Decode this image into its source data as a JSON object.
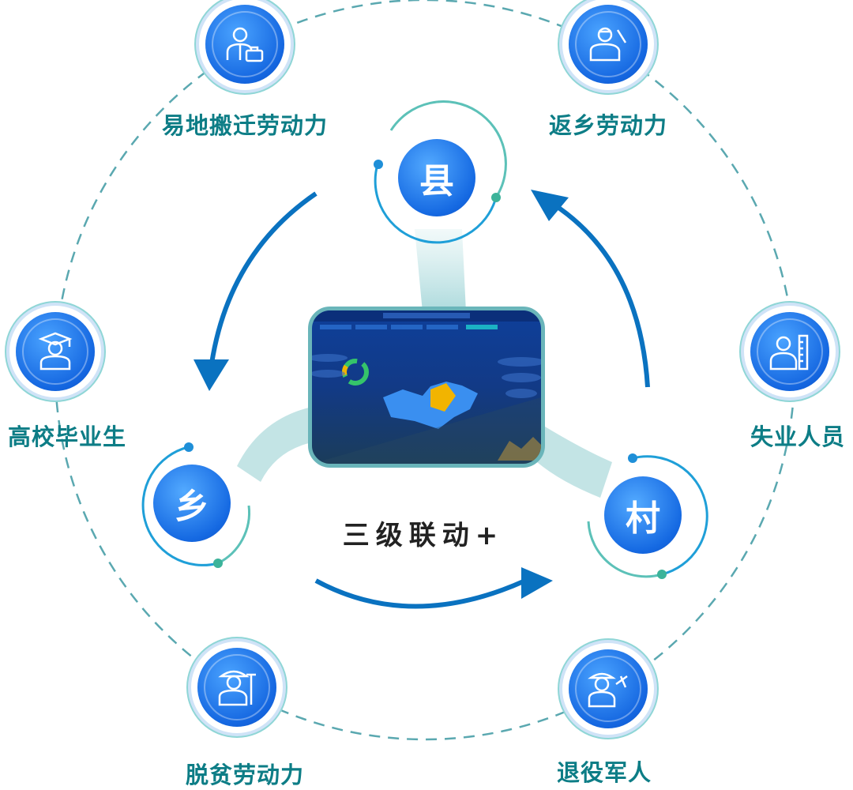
{
  "center": {
    "title": "三级联动+"
  },
  "levels": [
    {
      "label": "县"
    },
    {
      "label": "乡"
    },
    {
      "label": "村"
    }
  ],
  "groups": [
    {
      "label": "易地搬迁劳动力",
      "icon": "worker-briefcase-icon"
    },
    {
      "label": "返乡劳动力",
      "icon": "worker-tools-icon"
    },
    {
      "label": "高校毕业生",
      "icon": "graduate-icon"
    },
    {
      "label": "失业人员",
      "icon": "worker-ruler-icon"
    },
    {
      "label": "脱贫劳动力",
      "icon": "farmer-rake-icon"
    },
    {
      "label": "退役军人",
      "icon": "soldier-plane-icon"
    }
  ],
  "colors": {
    "ring": "#5aa8b0",
    "arrow": "#0a72c0",
    "label": "#0d7d86",
    "node": "#1466e0"
  }
}
